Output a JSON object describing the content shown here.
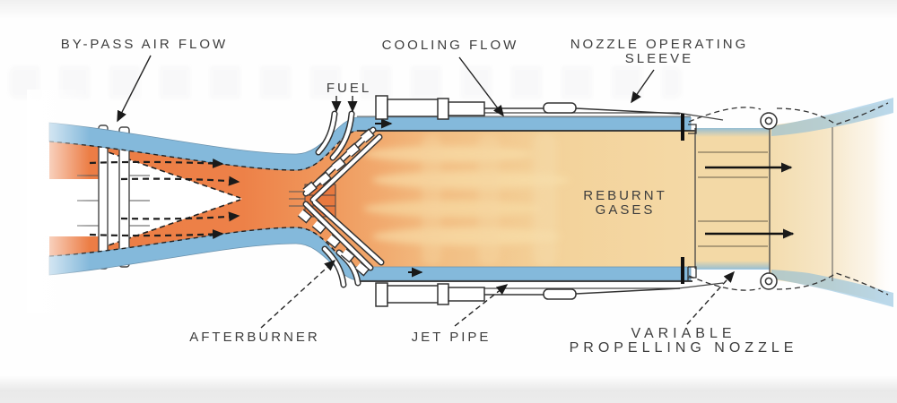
{
  "diagram": {
    "type": "jet-engine-afterburner-cross-section",
    "labels": {
      "bypass_air_flow": "BY-PASS AIR FLOW",
      "cooling_flow": "COOLING FLOW",
      "nozzle_operating_sleeve_line1": "NOZZLE OPERATING",
      "nozzle_operating_sleeve_line2": "SLEEVE",
      "fuel": "FUEL",
      "reburnt_gases_line1": "REBURNT",
      "reburnt_gases_line2": "GASES",
      "afterburner": "AFTERBURNER",
      "jet_pipe": "JET PIPE",
      "variable_propelling_nozzle_line1": "VARIABLE",
      "variable_propelling_nozzle_line2": "PROPELLING NOZZLE"
    },
    "colors": {
      "bypass_blue": "#84b9db",
      "hot_orange": "#ed8148",
      "flame_tan": "#f3d7a0",
      "exit_cream": "#f5e2bd",
      "line_dark": "#2e2e2e",
      "label_text": "#3d3d3d"
    }
  }
}
